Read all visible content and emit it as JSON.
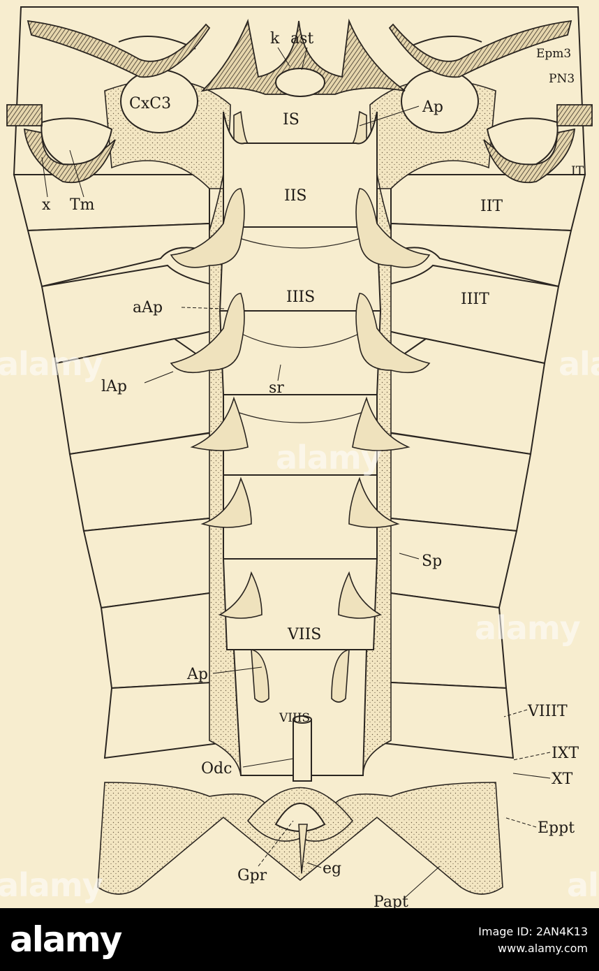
{
  "figure": {
    "labels": {
      "k": "k",
      "ast": "ast",
      "epm3": "Epm3",
      "pn3": "PN3",
      "cxc3": "CxC3",
      "ap_top": "Ap",
      "is": "IS",
      "it": "IT",
      "x": "x",
      "tm": "Tm",
      "iis": "IIS",
      "iit": "IIT",
      "iiis": "IIIS",
      "iiit": "IIIT",
      "aap": "aAp",
      "lap": "lAp",
      "sr": "sr",
      "sp": "Sp",
      "viis": "VIIS",
      "ap_mid": "Ap",
      "viiis": "VIIIS",
      "viiit": "VIIIT",
      "ixt": "IXT",
      "xt": "XT",
      "odc": "Odc",
      "eppt": "Eppt",
      "gpr": "Gpr",
      "eg": "eg",
      "papt": "Papt"
    }
  },
  "watermarks": [
    "alamy",
    "alamy",
    "alamy",
    "alamy",
    "alamy",
    "alamy"
  ],
  "footer": {
    "logo": "alamy",
    "image_id_line": "Image ID: 2AN4K13",
    "site": "www.alamy.com"
  }
}
